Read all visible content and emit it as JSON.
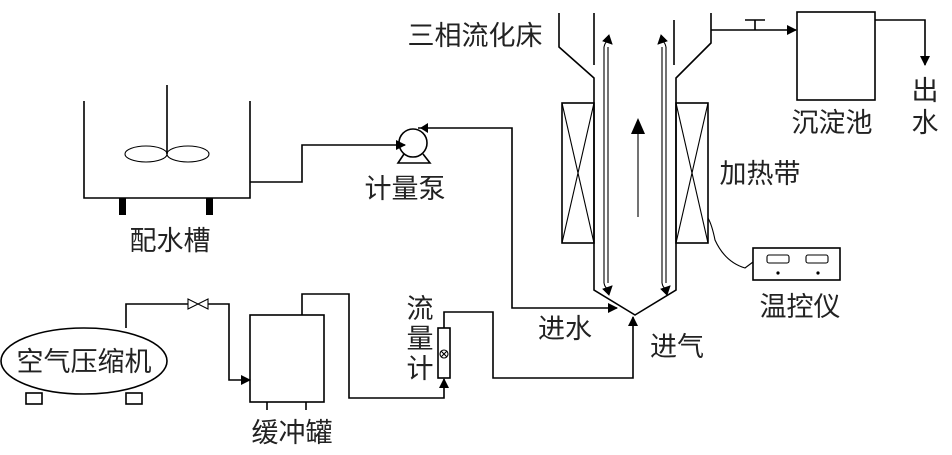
{
  "labels": {
    "reactor": "三相流化床",
    "settling_tank": "沉淀池",
    "outlet_water": [
      "出",
      "水"
    ],
    "heating_band": "加热带",
    "temp_controller": "温控仪",
    "water_inlet": "进水",
    "gas_inlet": "进气",
    "feed_tank": "配水槽",
    "metering_pump": "计量泵",
    "air_compressor": "空气压缩机",
    "buffer_tank": "缓冲罐",
    "flowmeter": [
      "流",
      "量",
      "计"
    ]
  },
  "colors": {
    "line": "#000000",
    "text": "#222222",
    "background": "#ffffff"
  }
}
